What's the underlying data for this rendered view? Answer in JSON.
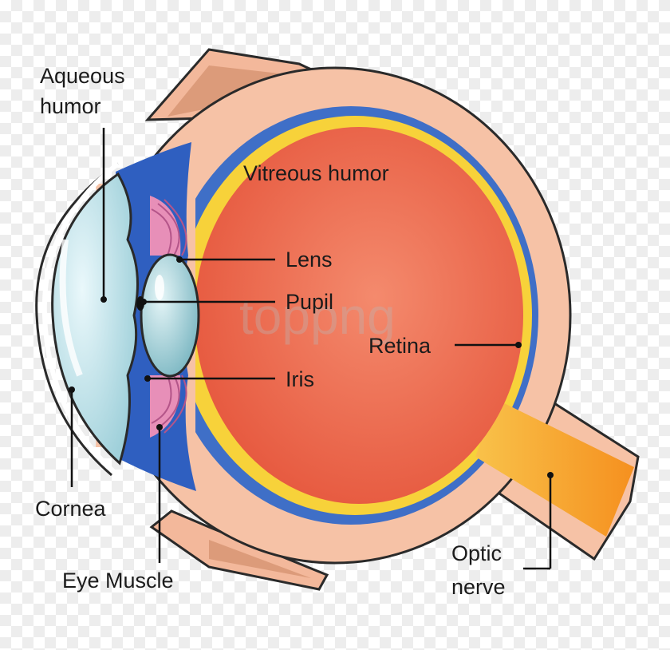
{
  "diagram": {
    "labels": {
      "aqueous_humor_1": "Aqueous",
      "aqueous_humor_2": "humor",
      "vitreous_humor": "Vitreous humor",
      "lens": "Lens",
      "pupil": "Pupil",
      "retina": "Retina",
      "iris": "Iris",
      "cornea": "Cornea",
      "eye_muscle": "Eye Muscle",
      "optic_nerve_1": "Optic",
      "optic_nerve_2": "nerve"
    },
    "watermark": "toppng",
    "colors": {
      "sclera": "#f6c2a6",
      "outline": "#2a2a2a",
      "choroid": "#3f6fc7",
      "retina": "#f7d23a",
      "vitreous": "#ee6f52",
      "aqueous_blue": "#2f5fc0",
      "iris_pink": "#e78fb8",
      "lens": "#9ccfd7",
      "cornea": "#bfe3ea",
      "optic_nerve": "#f6a328"
    }
  }
}
